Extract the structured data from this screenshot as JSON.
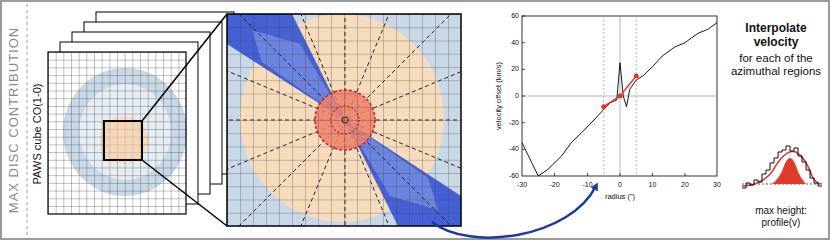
{
  "diagram": {
    "title": "MAX DISC CONTRIBUTION",
    "labels": [
      "PAWS cube CO(1-0)",
      "60",
      "40",
      "20",
      "0",
      "-20",
      "-40",
      "-60",
      "-30",
      "-20",
      "-10",
      "0",
      "10",
      "20",
      "30",
      "velocity offset (km/s)",
      "radius (\")",
      "Interpolate velocity",
      "for each of the azimuthal regions",
      "max height: profile(v)"
    ]
  }
}
